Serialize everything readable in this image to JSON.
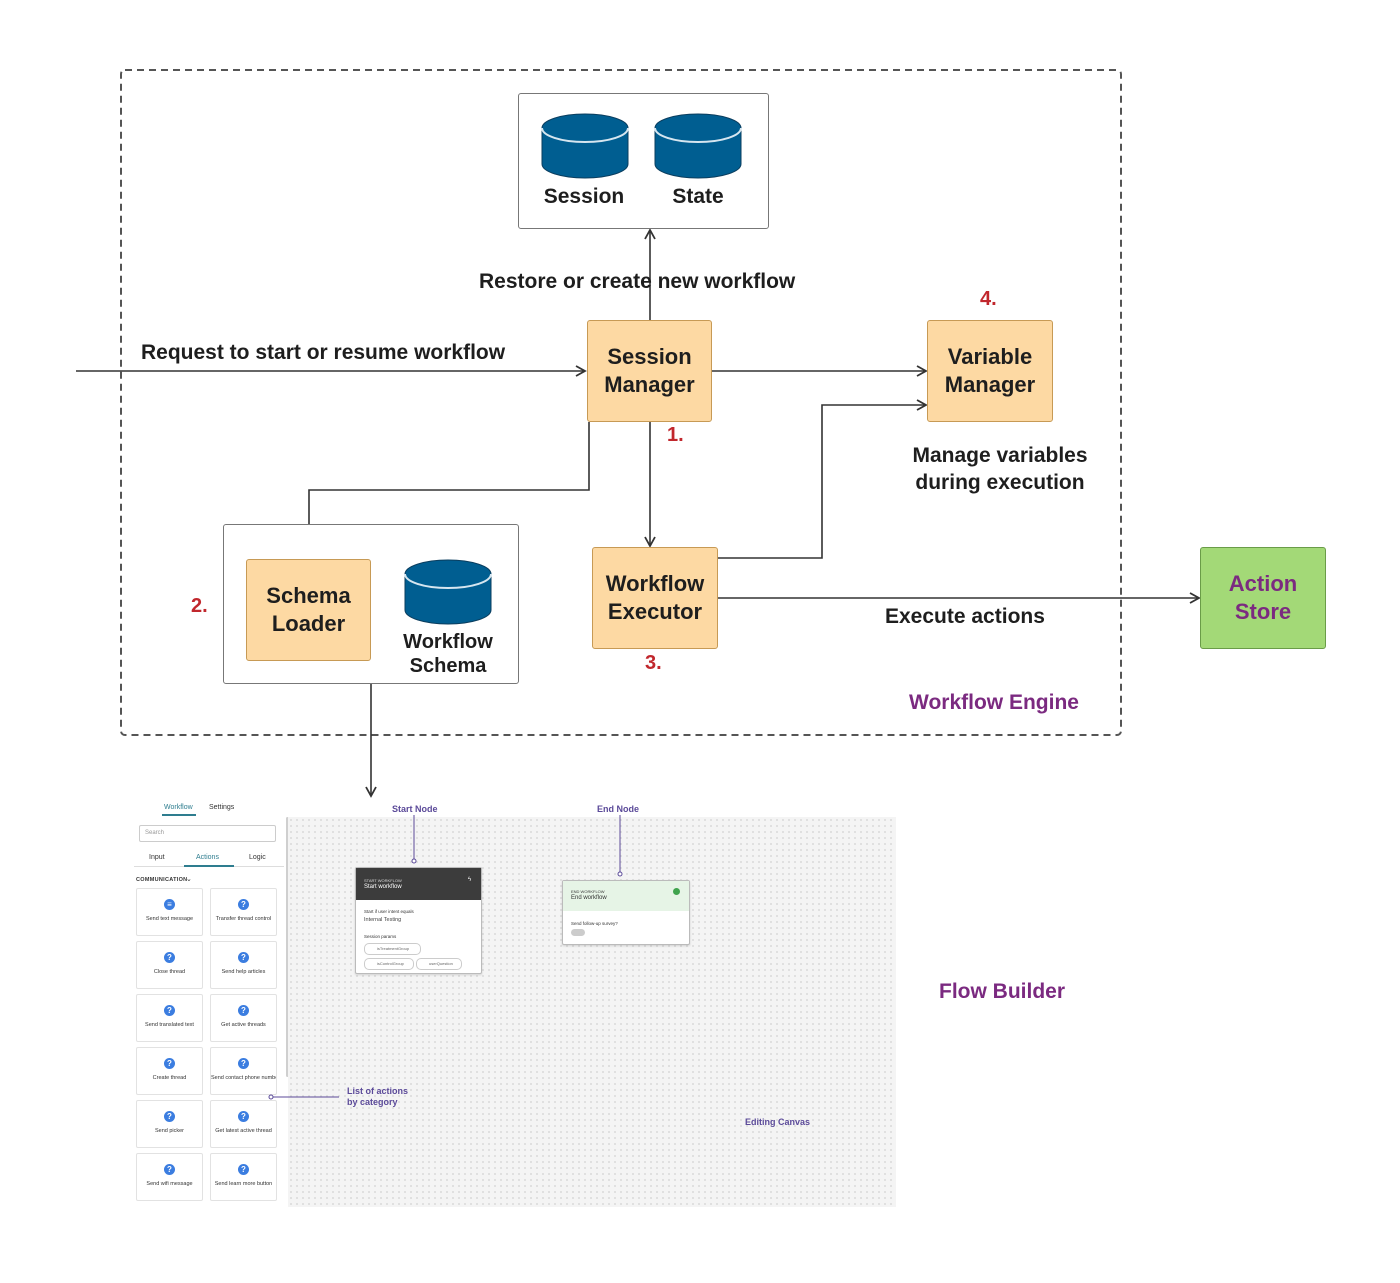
{
  "engine": {
    "title": "Workflow Engine",
    "request_label": "Request to start or resume workflow",
    "restore_label": "Restore or create new workflow",
    "manage_label_1": "Manage variables",
    "manage_label_2": "during execution",
    "execute_label": "Execute actions",
    "session_db": "Session",
    "state_db": "State",
    "session_manager_1": "Session",
    "session_manager_2": "Manager",
    "variable_manager_1": "Variable",
    "variable_manager_2": "Manager",
    "schema_loader_1": "Schema",
    "schema_loader_2": "Loader",
    "workflow_schema_1": "Workflow",
    "workflow_schema_2": "Schema",
    "workflow_executor_1": "Workflow",
    "workflow_executor_2": "Executor",
    "action_store_1": "Action",
    "action_store_2": "Store",
    "step1": "1.",
    "step2": "2.",
    "step3": "3.",
    "step4": "4."
  },
  "flow_builder": {
    "title": "Flow Builder",
    "tab_workflow": "Workflow",
    "tab_settings": "Settings",
    "search_placeholder": "Search",
    "subtab_input": "Input",
    "subtab_actions": "Actions",
    "subtab_logic": "Logic",
    "category": "COMMUNICATION",
    "actions": [
      "Send text message",
      "Transfer thread control",
      "Close thread",
      "Send help articles",
      "Send translated text",
      "Get active threads",
      "Create thread",
      "Send contact phone number",
      "Send picker",
      "Get latest active thread",
      "Send wifi message",
      "Send learn more button"
    ],
    "start_node_label": "Start Node",
    "end_node_label": "End Node",
    "list_label_1": "List of actions",
    "list_label_2": "by category",
    "canvas_label": "Editing Canvas",
    "start_node": {
      "kicker": "START WORKFLOW",
      "title": "Start workflow",
      "condition": "Start if user intent equals",
      "intent": "Internal Testing",
      "params_label": "Session params",
      "params": [
        "isTreatmentGroup",
        "isControlGroup",
        "userQuestion"
      ]
    },
    "end_node": {
      "kicker": "END WORKFLOW",
      "title": "End workflow",
      "survey": "Send follow-up survey?"
    }
  },
  "colors": {
    "box_fill": "#fdd9a3",
    "db_fill": "#005e91",
    "action_store_fill": "#a3d977",
    "title_purple": "#7b2a80",
    "step_red": "#c1272d"
  }
}
